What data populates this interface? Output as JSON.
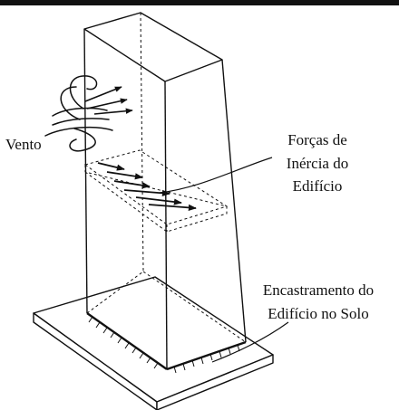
{
  "labels": {
    "wind": "Vento",
    "inertia_line1": "Forças de",
    "inertia_line2": "Inércia do",
    "inertia_line3": "Edifício",
    "fixity_line1": "Encastramento do",
    "fixity_line2": "Edifício no Solo"
  },
  "colors": {
    "line": "#111111",
    "background": "#ffffff"
  }
}
